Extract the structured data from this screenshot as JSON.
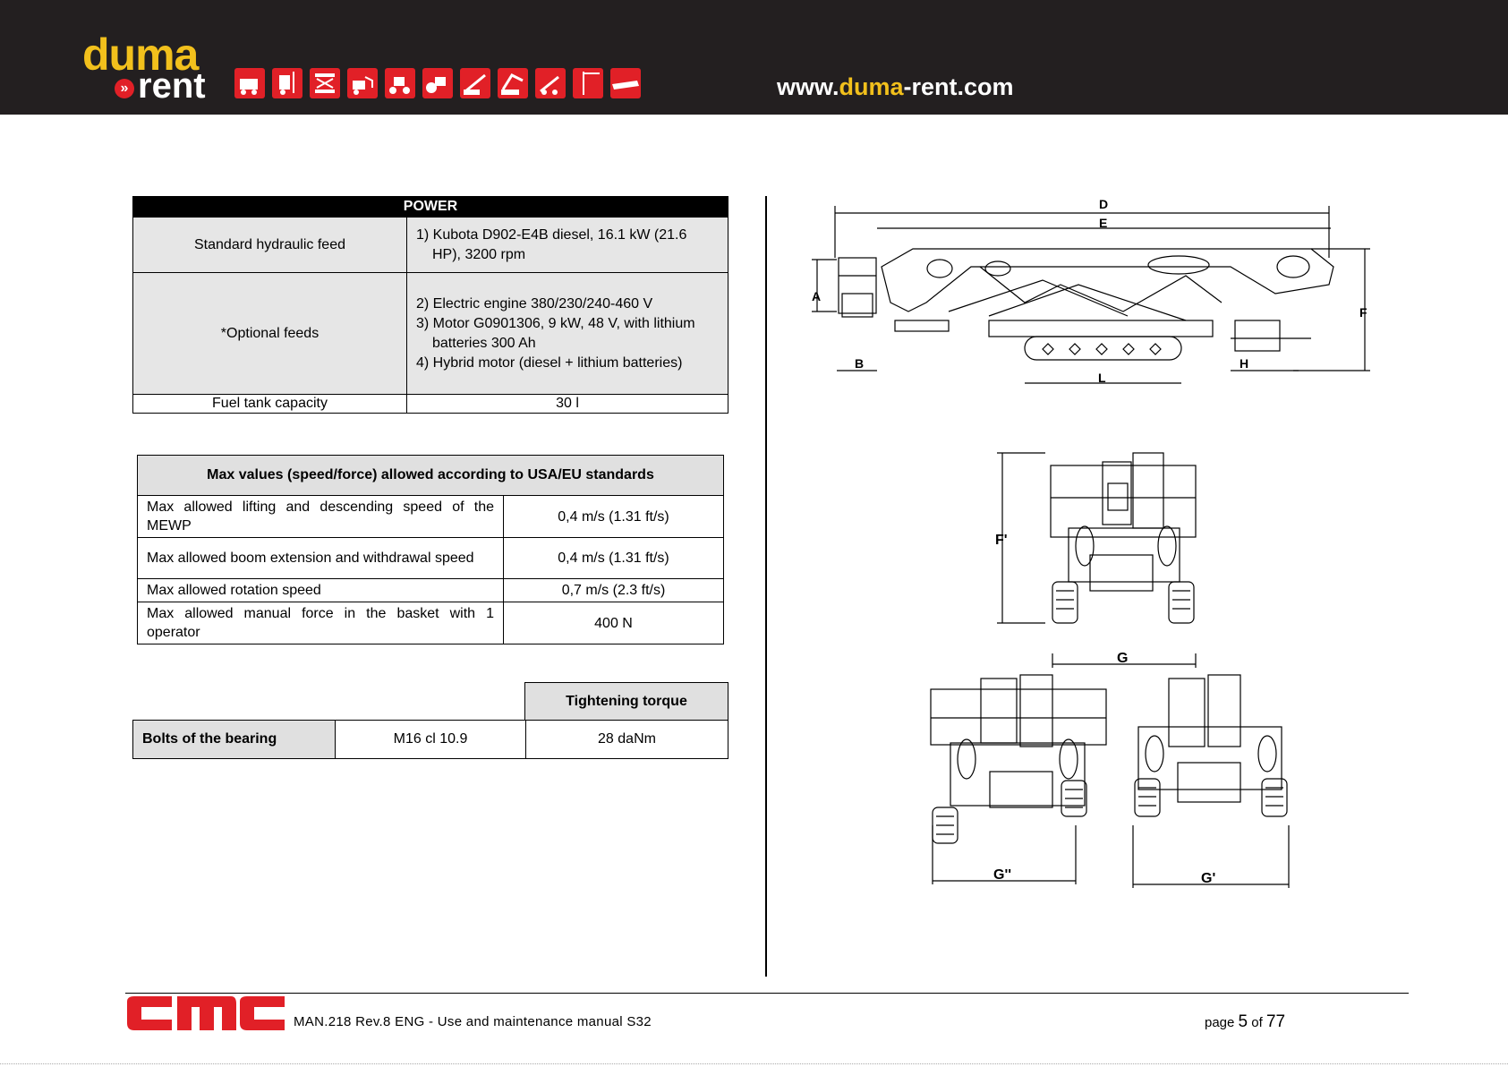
{
  "header": {
    "logo_top": "duma",
    "logo_bottom": "rent",
    "url_prefix": "www.",
    "url_accent": "duma",
    "url_suffix": "-rent.com",
    "accent_color": "#f2c01c",
    "brand_red": "#e12027",
    "icons": [
      "skid-steer-icon",
      "forklift-icon",
      "scissor-lift-icon",
      "mini-dumper-icon",
      "loader-icon",
      "roller-icon",
      "boom-lift-icon",
      "excavator-icon",
      "telehandler-icon",
      "crane-icon",
      "trailer-platform-icon"
    ]
  },
  "power": {
    "title": "POWER",
    "rows": [
      {
        "label": "Standard hydraulic feed",
        "values": [
          "1) Kubota D902-E4B diesel, 16.1 kW (21.6 HP), 3200 rpm"
        ]
      },
      {
        "label": "*Optional feeds",
        "values": [
          "2) Electric engine 380/230/240-460 V",
          "3) Motor G0901306, 9 kW, 48 V, with lithium batteries 300 Ah",
          "4) Hybrid motor (diesel + lithium batteries)"
        ]
      },
      {
        "label": "Fuel tank capacity",
        "values": [
          "30 l"
        ]
      }
    ]
  },
  "max_values": {
    "title": "Max values (speed/force) allowed according to USA/EU standards",
    "rows": [
      {
        "label": "Max allowed lifting and descending speed of the MEWP",
        "value": "0,4 m/s (1.31 ft/s)"
      },
      {
        "label": "Max allowed boom extension and withdrawal speed",
        "value": "0,4 m/s (1.31 ft/s)"
      },
      {
        "label": "Max allowed rotation speed",
        "value": "0,7 m/s (2.3 ft/s)"
      },
      {
        "label": "Max allowed manual force in the basket with 1 operator",
        "value": "400 N"
      }
    ]
  },
  "torque": {
    "header": "Tightening torque",
    "row": {
      "label": "Bolts of the bearing",
      "spec": "M16 cl 10.9",
      "value": "28 daNm"
    }
  },
  "drawings": {
    "side_labels": {
      "D": "D",
      "E": "E",
      "A": "A",
      "F": "F",
      "B": "B",
      "L": "L",
      "H": "H"
    },
    "front_labels": {
      "F1": "F'",
      "G": "G"
    },
    "bottom_labels": {
      "G2": "G''",
      "G1": "G'"
    }
  },
  "footer": {
    "brand": "cmc",
    "manual": "MAN.218 Rev.8 ENG - Use and maintenance manual S32",
    "page_word": "page",
    "page_num": "5",
    "of_word": "of",
    "page_total": "77"
  }
}
